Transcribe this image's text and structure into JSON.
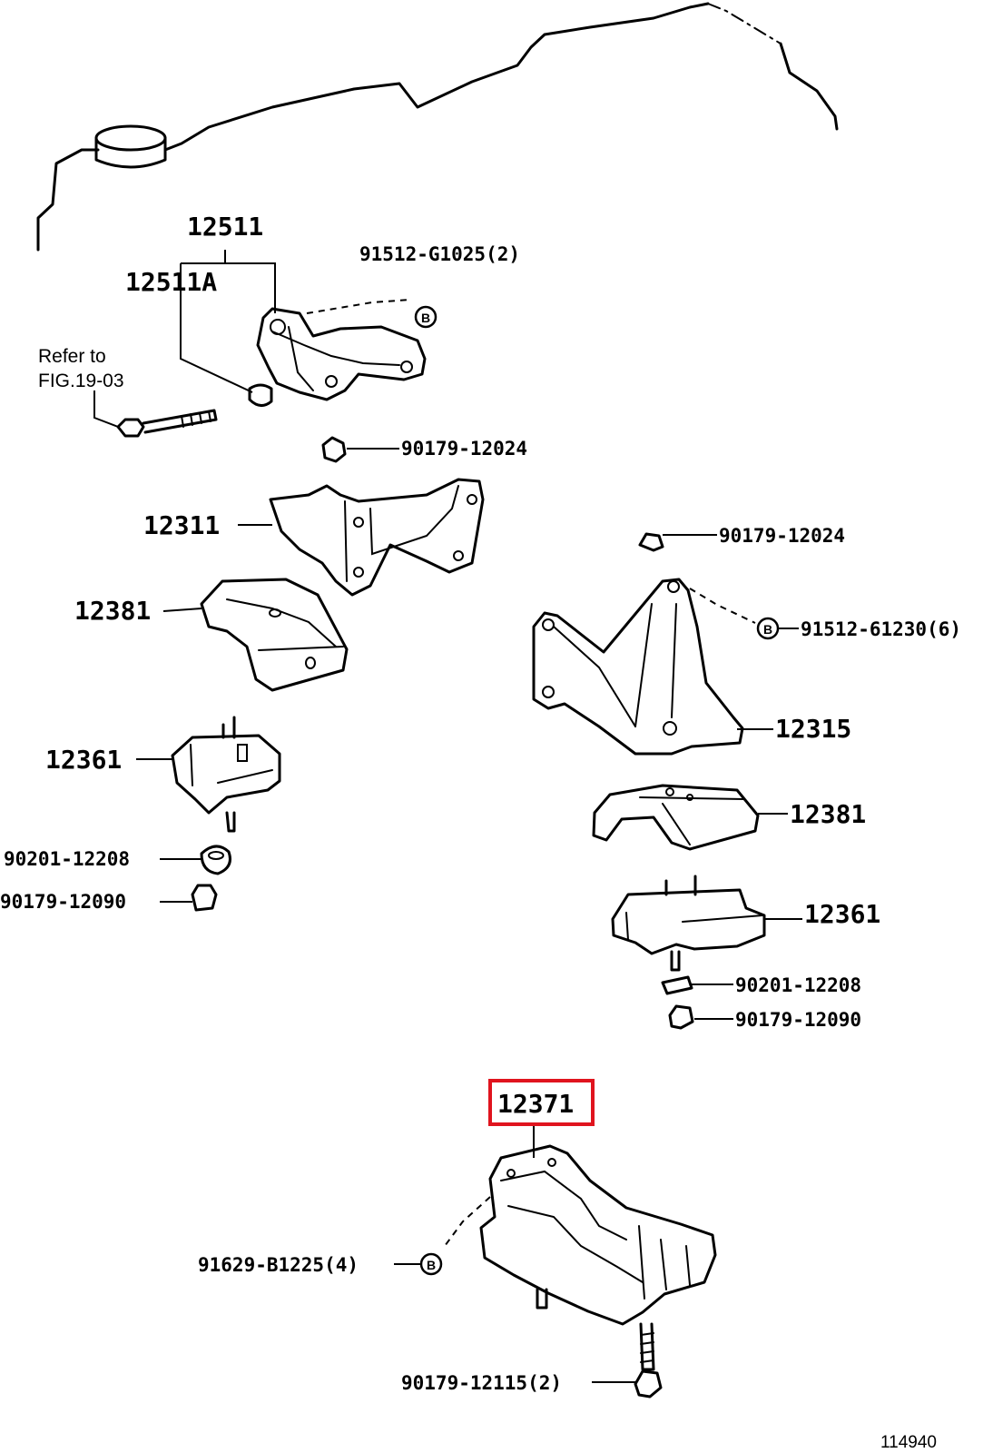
{
  "callouts": {
    "c12511": "12511",
    "c12511a": "12511A",
    "c91512g1025": "91512-G1025(2)",
    "refer_line1": "Refer to",
    "refer_line2": "FIG.19-03",
    "c90179_12024_a": "90179-12024",
    "c12311": "12311",
    "c90179_12024_b": "90179-12024",
    "c12381_a": "12381",
    "c91512_61230": "91512-61230(6)",
    "c12315": "12315",
    "c12361_a": "12361",
    "c12381_b": "12381",
    "c90201_12208_a": "90201-12208",
    "c90179_12090_a": "90179-12090",
    "c12361_b": "12361",
    "c90201_12208_b": "90201-12208",
    "c90179_12090_b": "90179-12090",
    "c12371": "12371",
    "c91629_b1225": "91629-B1225(4)",
    "c90179_12115": "90179-12115(2)"
  },
  "markers": {
    "b_letter": "B"
  },
  "figure_code": "114940",
  "highlight_color": "#e0141e"
}
